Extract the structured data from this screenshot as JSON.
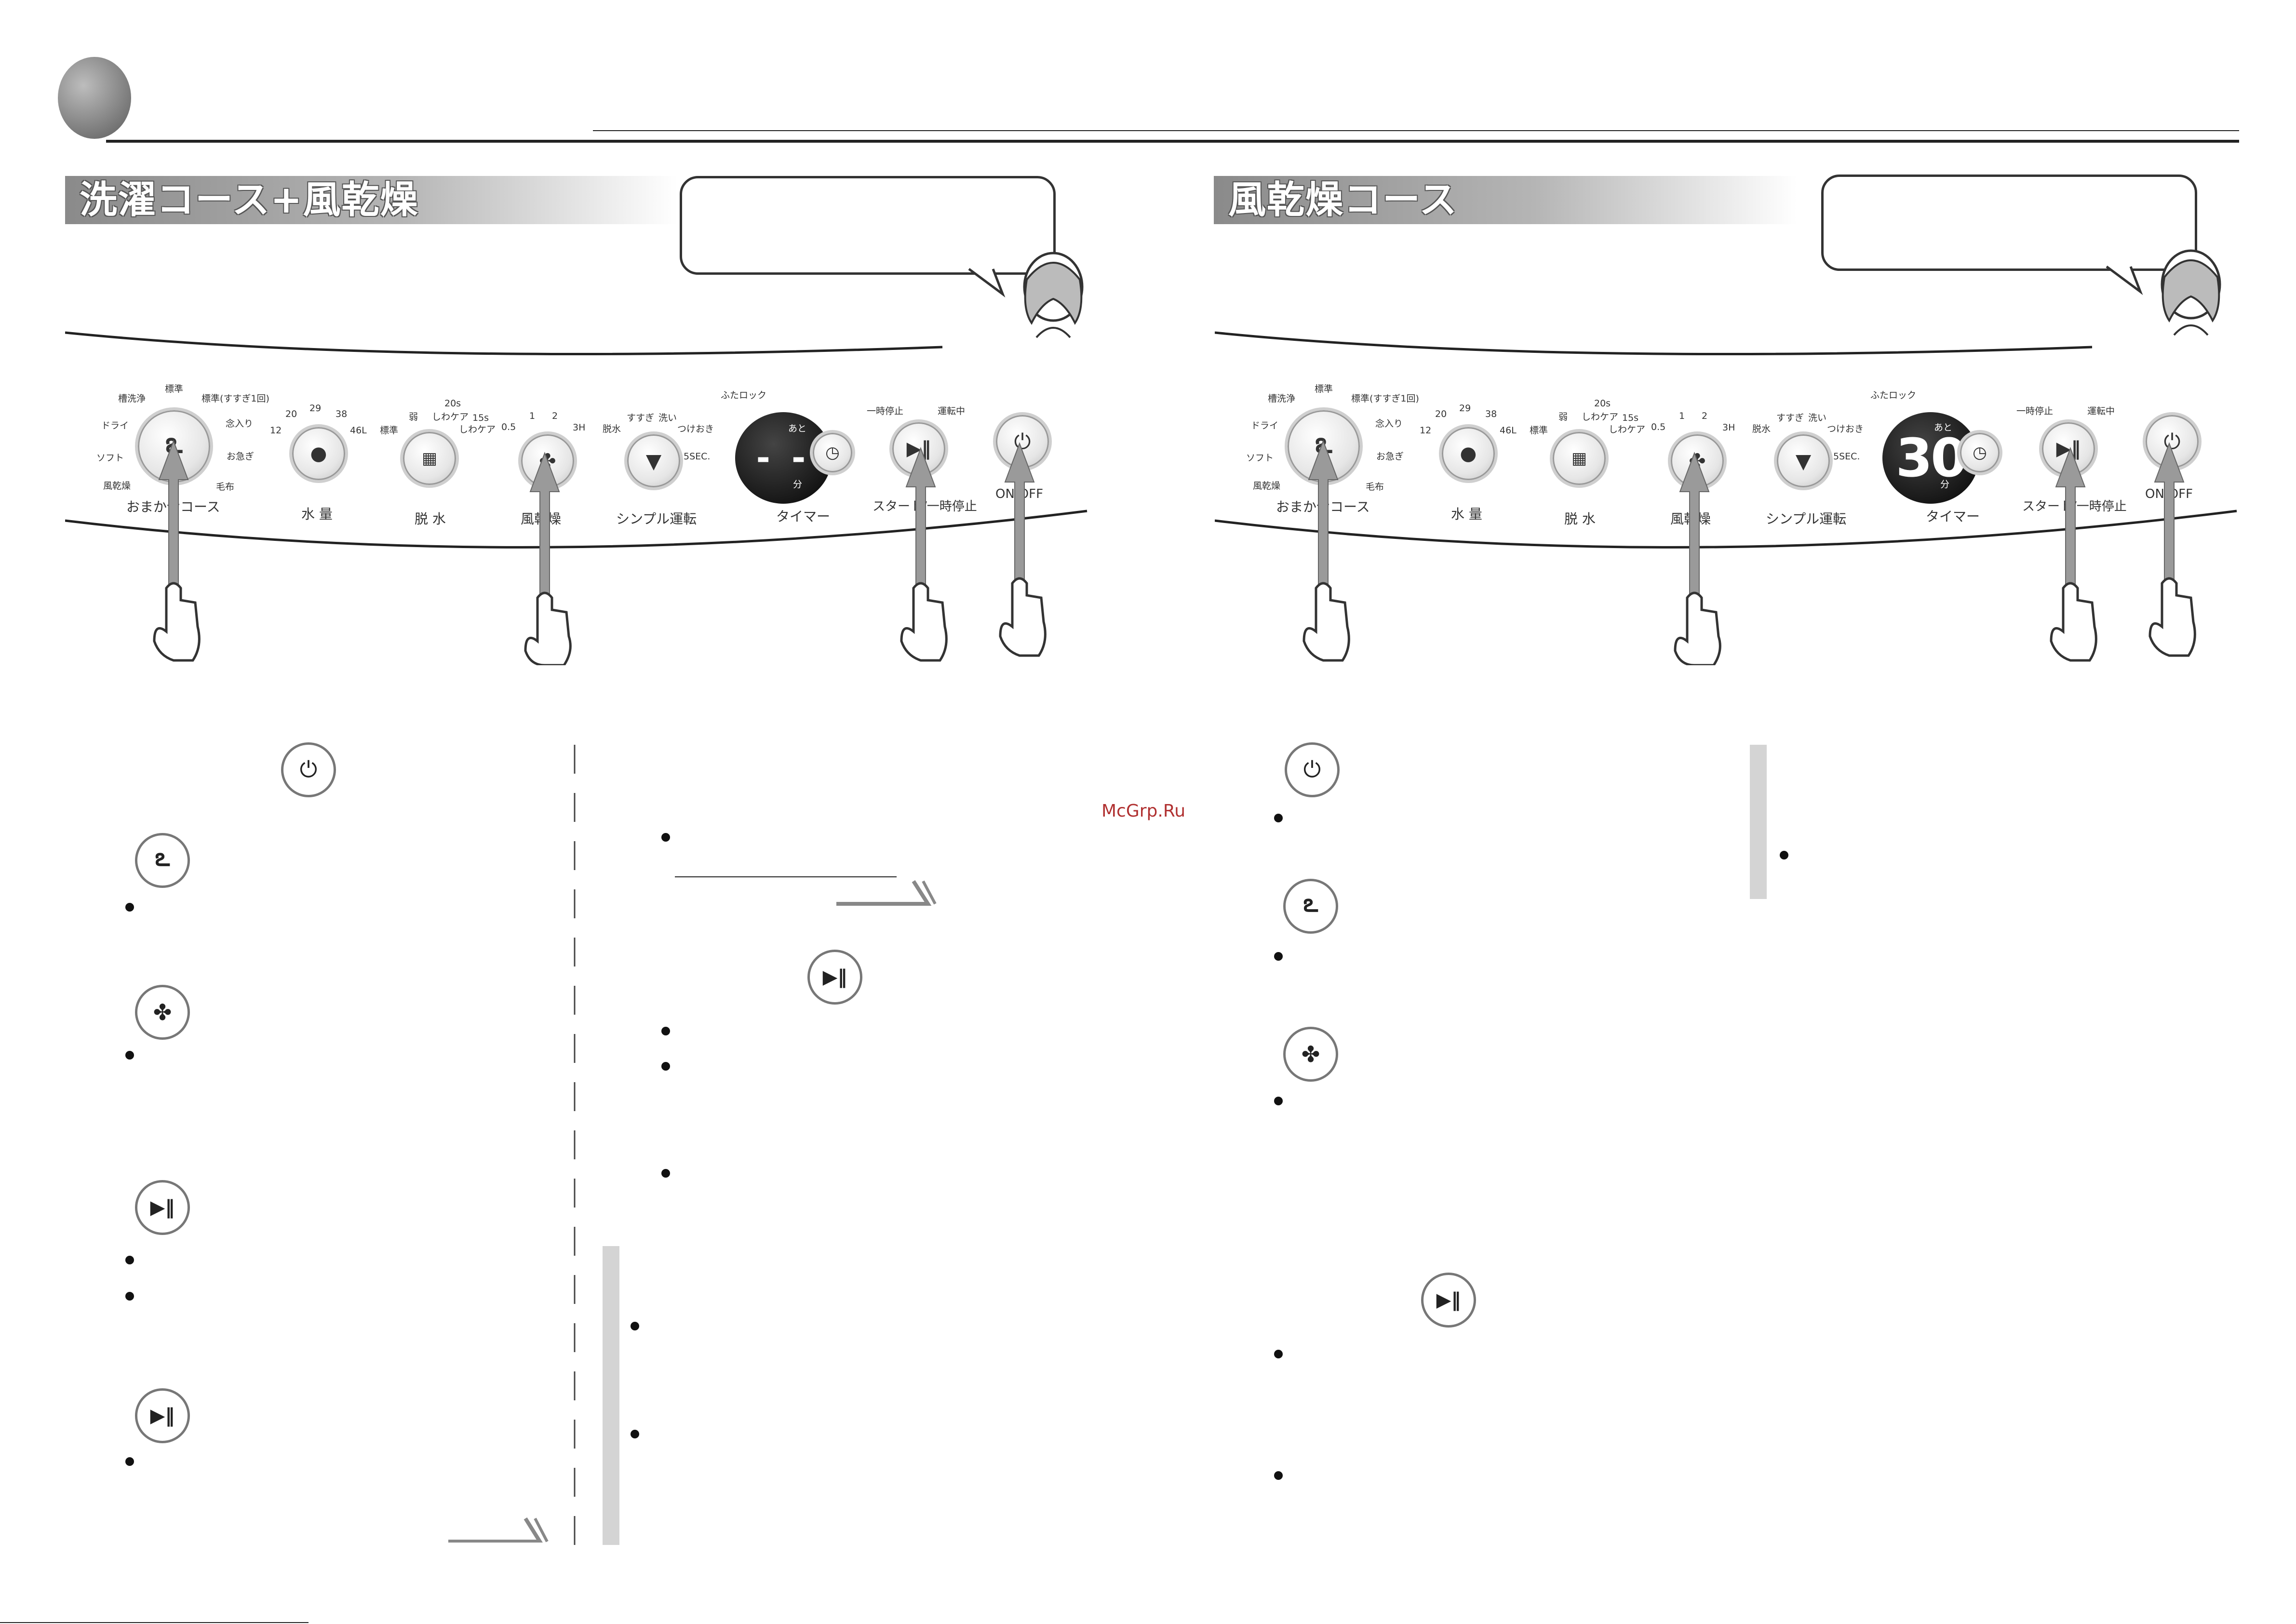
{
  "left_section": {
    "banner_title": "洗濯コース+風乾燥"
  },
  "right_section": {
    "banner_title": "風乾燥コース",
    "timer_display": "30"
  },
  "panel": {
    "course_options": [
      "槽洗浄",
      "標準",
      "標準(すすぎ1回)",
      "ドライ",
      "念入り",
      "ソフト",
      "お急ぎ",
      "風乾燥",
      "毛布"
    ],
    "course_caption": "おまかせコース",
    "water_ticks": [
      "12",
      "20",
      "29",
      "38",
      "46L"
    ],
    "water_caption": "水 量",
    "spin_ticks": [
      "標準",
      "弱",
      "しわケア",
      "20s",
      "15s",
      "しわケア"
    ],
    "spin_caption": "脱 水",
    "dry_ticks": [
      "0.5",
      "1",
      "2",
      "3H"
    ],
    "dry_caption": "風乾燥",
    "simple_ticks": [
      "脱水",
      "すすぎ",
      "洗い",
      "つけおき"
    ],
    "simple_sec": "5SEC.",
    "simple_caption": "シンプル運転",
    "lock_label": "ふたロック",
    "timer_after": "あと",
    "timer_unit": "分",
    "timer_dashes": "- -",
    "timer_caption": "タイマー",
    "pause_label": "一時停止",
    "running_label": "運転中",
    "start_caption": "スタート/一時停止",
    "power_caption": "ON/OFF"
  },
  "watermark": "McGrp.Ru",
  "colors": {
    "banner": "#8a8a8a",
    "panel_line": "#222222",
    "arrow": "#9a9a9a",
    "sidebar": "#d4d4d4"
  }
}
